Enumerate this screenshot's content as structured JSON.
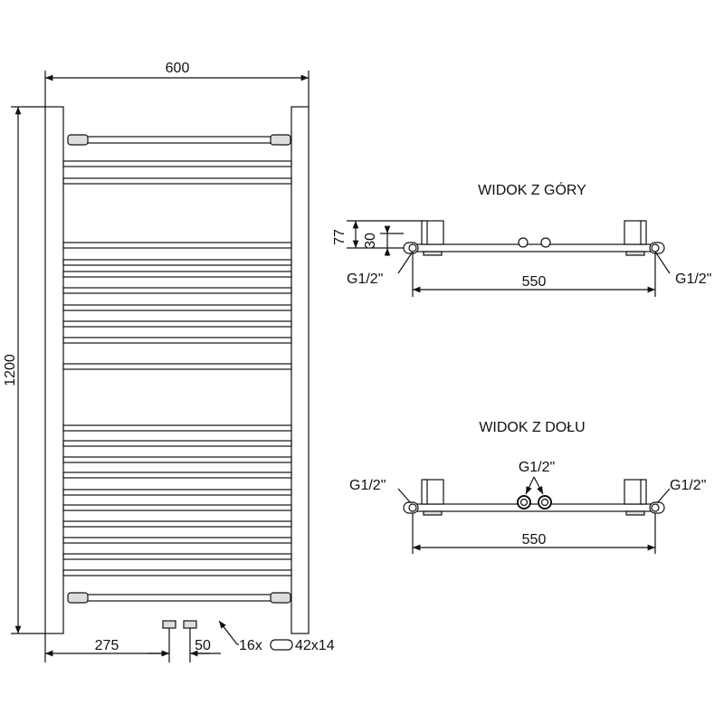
{
  "front_view": {
    "width_label": "600",
    "height_label": "1200",
    "left_offset_label": "275",
    "spacing_label": "50",
    "bar_note_count": "16x",
    "bar_note_size": "42x14"
  },
  "top_view": {
    "title": "WIDOK Z GÓRY",
    "depth_label": "77",
    "offset_label": "30",
    "connector_left": "G1/2\"",
    "connector_right": "G1/2\"",
    "span_label": "550"
  },
  "bottom_view": {
    "title": "WIDOK Z DOŁU",
    "connector_left": "G1/2\"",
    "connector_center": "G1/2\"",
    "connector_right": "G1/2\"",
    "span_label": "550"
  },
  "colors": {
    "line": "#111111",
    "pipe_fill": "#ffffff",
    "pipe_shade": "#d9d9d9"
  }
}
